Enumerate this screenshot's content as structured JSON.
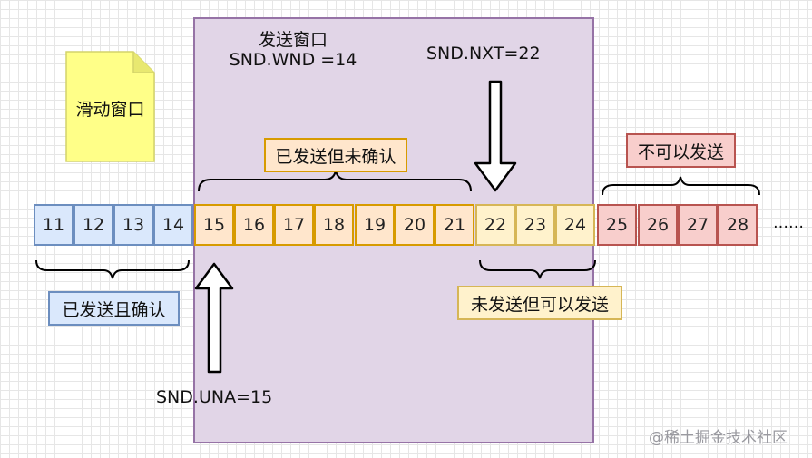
{
  "title_note": "滑动窗口",
  "window": {
    "title": "发送窗口",
    "size_label": "SND.WND =14"
  },
  "pointers": {
    "nxt": "SND.NXT=22",
    "una": "SND.UNA=15"
  },
  "cells": [
    {
      "n": "11",
      "state": "acked"
    },
    {
      "n": "12",
      "state": "acked"
    },
    {
      "n": "13",
      "state": "acked"
    },
    {
      "n": "14",
      "state": "acked"
    },
    {
      "n": "15",
      "state": "sent"
    },
    {
      "n": "16",
      "state": "sent"
    },
    {
      "n": "17",
      "state": "sent"
    },
    {
      "n": "18",
      "state": "sent"
    },
    {
      "n": "19",
      "state": "sent"
    },
    {
      "n": "20",
      "state": "sent"
    },
    {
      "n": "21",
      "state": "sent"
    },
    {
      "n": "22",
      "state": "usable"
    },
    {
      "n": "23",
      "state": "usable"
    },
    {
      "n": "24",
      "state": "usable"
    },
    {
      "n": "25",
      "state": "blocked"
    },
    {
      "n": "26",
      "state": "blocked"
    },
    {
      "n": "27",
      "state": "blocked"
    },
    {
      "n": "28",
      "state": "blocked"
    }
  ],
  "ellipsis": "……",
  "labels": {
    "acked": "已发送且确认",
    "sent_unacked": "已发送但未确认",
    "usable": "未发送但可以发送",
    "blocked": "不可以发送"
  },
  "watermark": "@稀土掘金技术社区",
  "colors": {
    "acked_fill": "#dae8fc",
    "acked_border": "#6c8ebf",
    "sent_fill": "#ffe6cc",
    "sent_border": "#d79b00",
    "usable_fill": "#fff2cc",
    "usable_border": "#d6b656",
    "blocked_fill": "#f8cecc",
    "blocked_border": "#b85450",
    "window_fill": "#e1d5e7",
    "window_border": "#9673a6",
    "note_fill": "#ffff88"
  }
}
